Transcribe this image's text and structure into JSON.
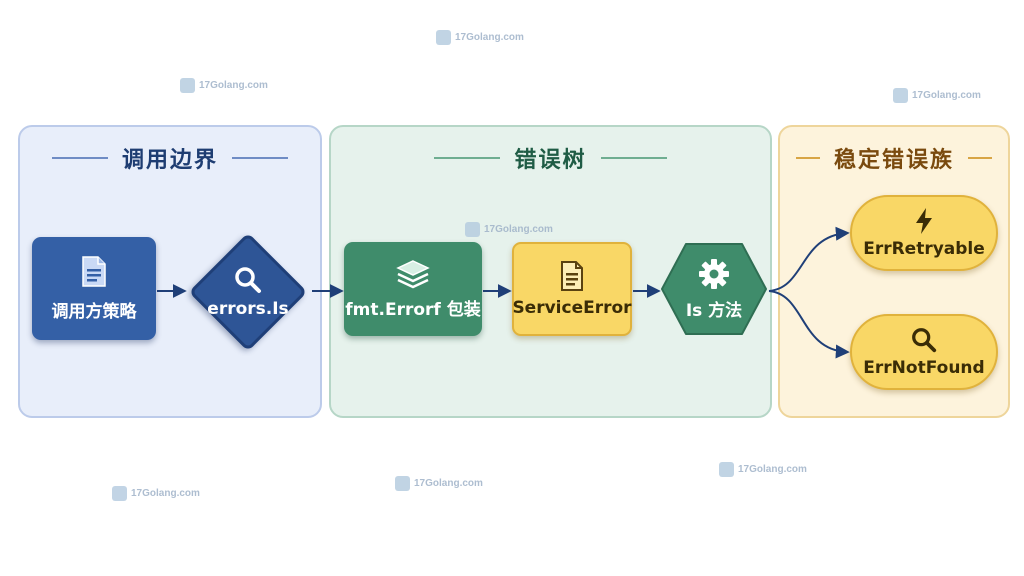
{
  "panels": {
    "boundary": {
      "title": "调用边界"
    },
    "error_tree": {
      "title": "错误树"
    },
    "stable_family": {
      "title": "稳定错误族"
    }
  },
  "nodes": {
    "policy": {
      "label": "调用方策略",
      "icon": "document-icon"
    },
    "errors_is": {
      "label": "errors.Is",
      "icon": "search-icon"
    },
    "wrap": {
      "label": "fmt.Errorf 包装",
      "icon": "layers-icon"
    },
    "service_error": {
      "label": "ServiceError",
      "icon": "document-icon"
    },
    "is_method": {
      "label": "Is 方法",
      "icon": "gear-icon"
    },
    "retryable": {
      "label": "ErrRetryable",
      "icon": "lightning-icon"
    },
    "not_found": {
      "label": "ErrNotFound",
      "icon": "search-icon"
    }
  },
  "watermark": {
    "text": "17Golang.com"
  },
  "colors": {
    "blue_node": "#3460a6",
    "green_node": "#3f8c6b",
    "yellow_node": "#f9d766",
    "connector": "#1f3f78"
  }
}
